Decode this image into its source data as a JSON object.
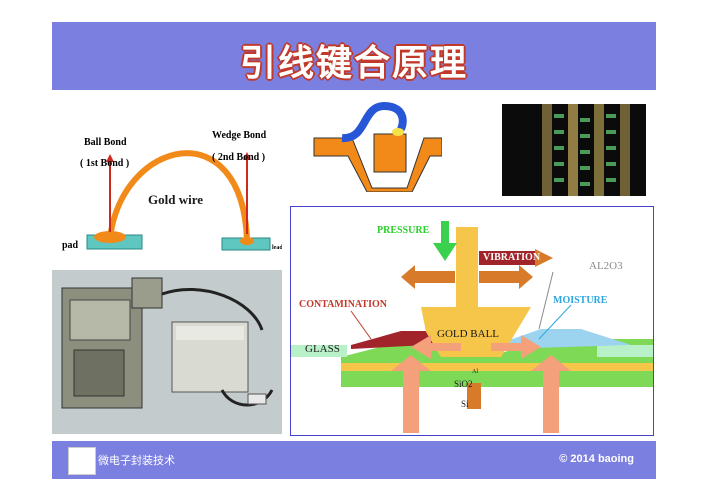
{
  "slide": {
    "title": "引线键合原理"
  },
  "wire_diagram": {
    "ball_bond": "Ball Bond",
    "first_bond": "( 1st Bond )",
    "wedge_bond": "Wedge Bond",
    "second_bond": "( 2nd Bond )",
    "gold_wire": "Gold wire",
    "pad": "pad",
    "lead": "lead"
  },
  "main_diagram": {
    "pressure": "PRESSURE",
    "vibration": "VIBRATION",
    "al2o3": "AL2O3",
    "contamination": "CONTAMINATION",
    "moisture": "MOISTURE",
    "gold_ball": "GOLD BALL",
    "glass": "GLASS",
    "al": "Al",
    "sio2": "SiO2",
    "si": "Si"
  },
  "footer": {
    "left_text": "微电子封装技术",
    "right_text": "© 2014 baoing"
  },
  "colors": {
    "header_bg": "#7b7fe0",
    "title_outline": "#c0392b",
    "gold_wire": "#f28a1a",
    "pad_color": "#5fc7c0",
    "gold_ball": "#f5c64a",
    "substrate_green": "#7ed957",
    "arrow_salmon": "#f4a07a"
  }
}
